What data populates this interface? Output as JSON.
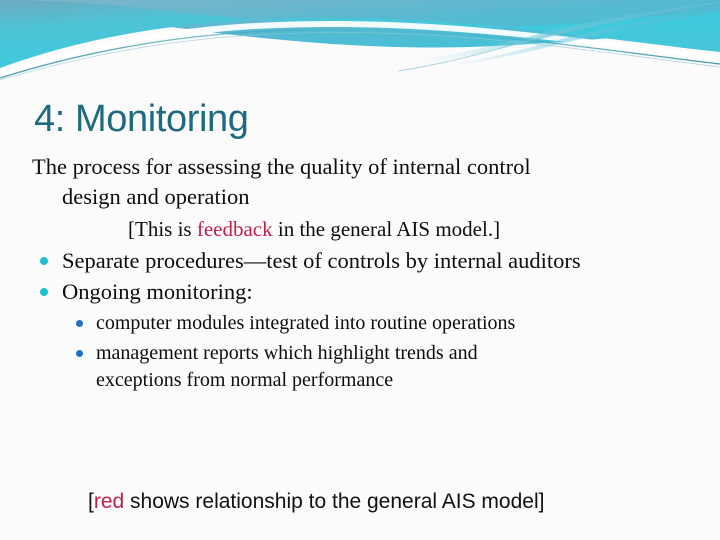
{
  "slide": {
    "title": "4: Monitoring",
    "accent_colors": {
      "title": "#1E6A7E",
      "banner_cyan": "#3FC8DC",
      "banner_blue": "#5AA8C8",
      "bullet_level1": "#1FC0C9",
      "bullet_level2": "#1F70C0",
      "red_highlight": "#C01F4C",
      "background": "#FBFBFC"
    },
    "body": {
      "lead_paragraph_line1": "The process for assessing the quality of internal control",
      "lead_paragraph_line2": "design and operation",
      "note_prefix": "[This is ",
      "note_highlight": "feedback",
      "note_suffix": " in the general AIS model.]",
      "bullets": [
        {
          "level": 1,
          "text": "Separate procedures—test of controls by internal auditors"
        },
        {
          "level": 1,
          "text": "Ongoing monitoring:"
        },
        {
          "level": 2,
          "text": "computer modules integrated into routine operations"
        },
        {
          "level": 2,
          "line1": "management reports which highlight trends and",
          "line2": "exceptions from normal performance"
        }
      ]
    },
    "footer": {
      "prefix": "[",
      "highlight": "red",
      "suffix": " shows relationship to the general AIS model]"
    }
  }
}
